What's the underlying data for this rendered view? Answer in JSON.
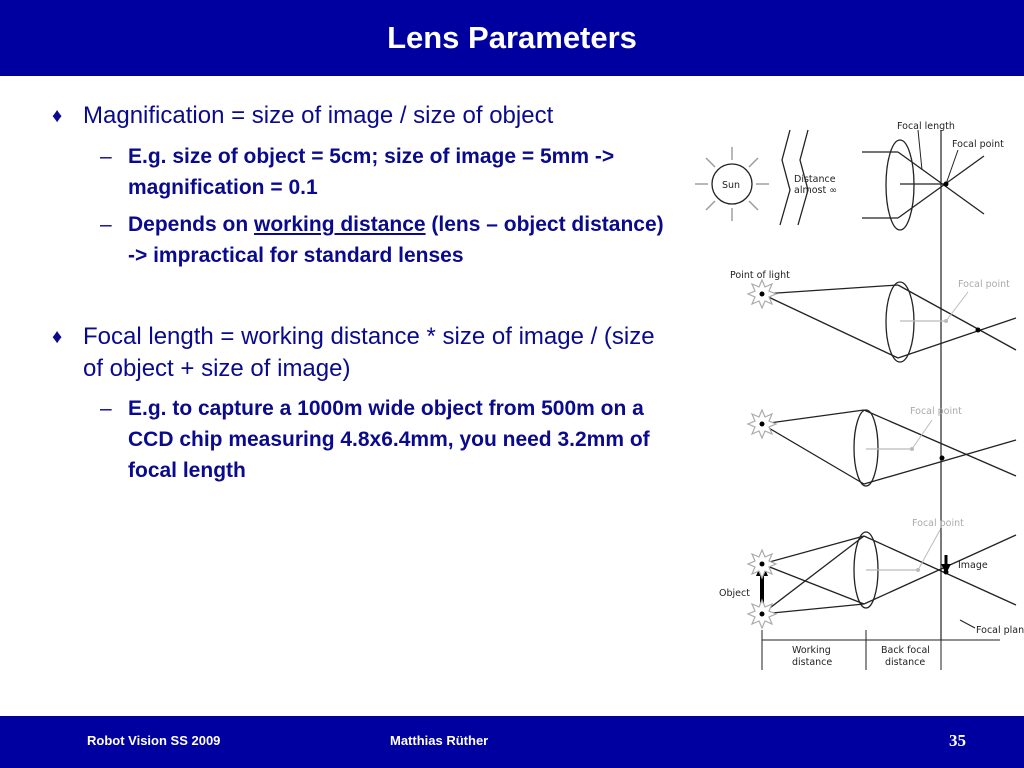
{
  "slide": {
    "title": "Lens Parameters",
    "colors": {
      "bar": "#0000a0",
      "body_text": "#0a0a8c"
    }
  },
  "bullets": [
    {
      "marker": "♦",
      "text": "Magnification = size of image / size of object",
      "subs": [
        {
          "marker": "–",
          "text": "E.g. size of object = 5cm; size of image = 5mm -> magnification = 0.1"
        },
        {
          "marker": "–",
          "pre": "Depends on ",
          "link": "working distance",
          "post": " (lens – object distance) -> impractical for standard lenses"
        }
      ]
    },
    {
      "marker": "♦",
      "text": "Focal length = working distance * size of image / (size of object + size of image)",
      "subs": [
        {
          "marker": "–",
          "text": "E.g. to capture a 1000m wide object from 500m on a CCD chip measuring 4.8x6.4mm, you need 3.2mm of focal length"
        }
      ]
    }
  ],
  "diagram": {
    "labels": {
      "focal_length": "Focal length",
      "focal_point_1": "Focal point",
      "sun": "Sun",
      "distance": "Distance",
      "almost_infinity": "almost ∞",
      "point_of_light": "Point of light",
      "focal_point_2": "Focal point",
      "focal_point_3": "Focal point",
      "focal_point_4": "Focal point",
      "image": "Image",
      "object": "Object",
      "focal_plane": "Focal plane",
      "working": "Working",
      "distance_1": "distance",
      "back_focal": "Back focal",
      "distance_2": "distance"
    }
  },
  "footer": {
    "course": "Robot Vision SS 2009",
    "author": "Matthias Rüther",
    "page": "35"
  }
}
